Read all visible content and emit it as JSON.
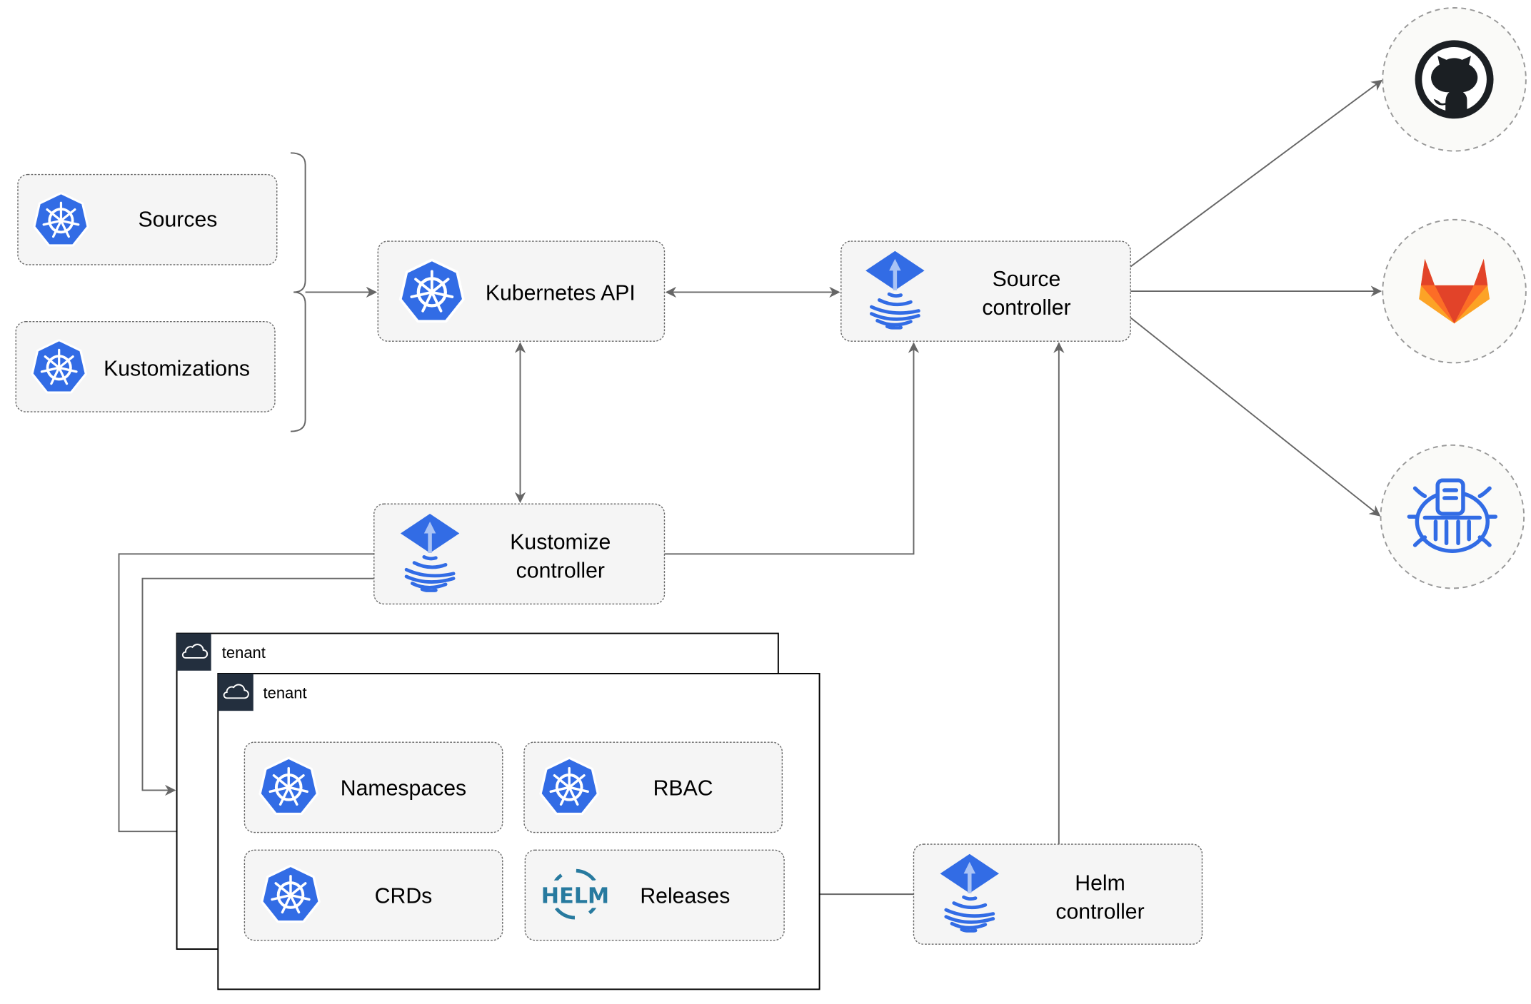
{
  "nodes": {
    "sources": "Sources",
    "kustomizations": "Kustomizations",
    "kubernetes_api": "Kubernetes API",
    "source_controller": [
      "Source",
      "controller"
    ],
    "kustomize_controller": [
      "Kustomize",
      "controller"
    ],
    "helm_controller": [
      "Helm",
      "controller"
    ],
    "namespaces": "Namespaces",
    "rbac": "RBAC",
    "crds": "CRDs",
    "releases": "Releases"
  },
  "tenants": [
    "tenant",
    "tenant"
  ],
  "external_sources": [
    {
      "icon": "github-icon"
    },
    {
      "icon": "gitlab-icon"
    },
    {
      "icon": "bucket-icon"
    }
  ],
  "logos": {
    "helm": "HELM"
  },
  "colors": {
    "k8s_blue": "#326ce5",
    "gitlab_orange": "#e24329",
    "gitlab_yellow": "#fca326",
    "github_dark": "#1b1f23",
    "edge": "#666666",
    "box_fill": "#f5f5f5"
  }
}
